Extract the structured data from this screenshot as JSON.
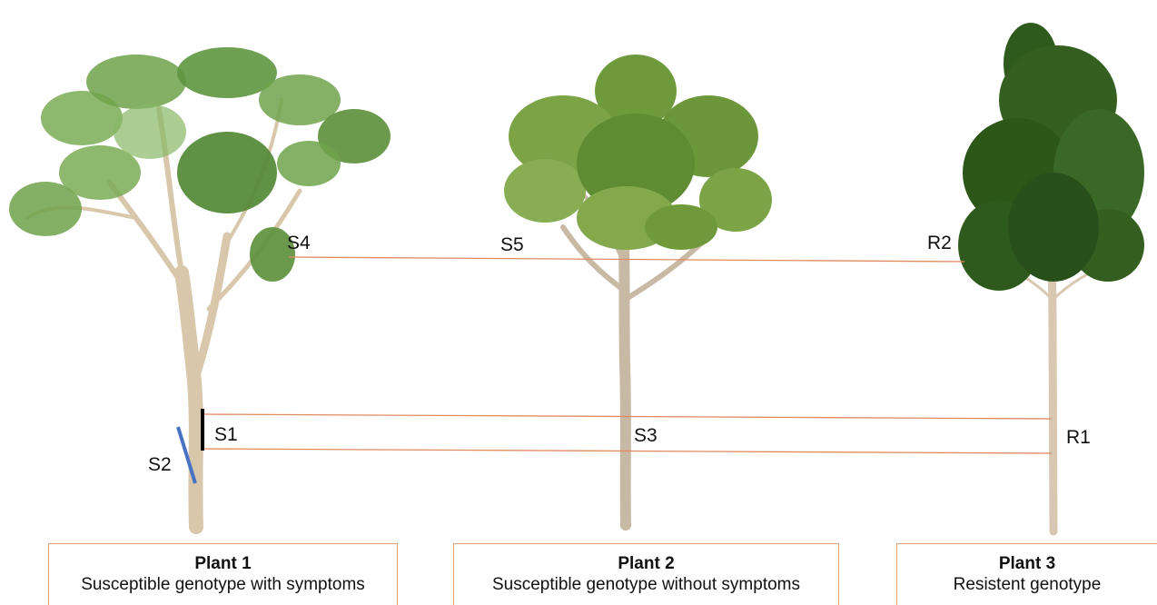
{
  "markers": {
    "s1": "S1",
    "s2": "S2",
    "s3": "S3",
    "s4": "S4",
    "s5": "S5",
    "r1": "R1",
    "r2": "R2"
  },
  "plants": [
    {
      "title": "Plant 1",
      "description": "Susceptible genotype with symptoms"
    },
    {
      "title": "Plant 2",
      "description": "Susceptible genotype without symptoms"
    },
    {
      "title": "Plant 3",
      "description": "Resistent genotype"
    }
  ],
  "colors": {
    "connector_line": "#e08a5f",
    "box_border": "#e2a27a",
    "lesion_mark": "#000000",
    "s2_mark": "#4a72c4",
    "foliage_light": "#6fa34a",
    "foliage_mid": "#5b8f3a",
    "foliage_dark": "#2f5a1d",
    "trunk": "#d6c3a5"
  }
}
